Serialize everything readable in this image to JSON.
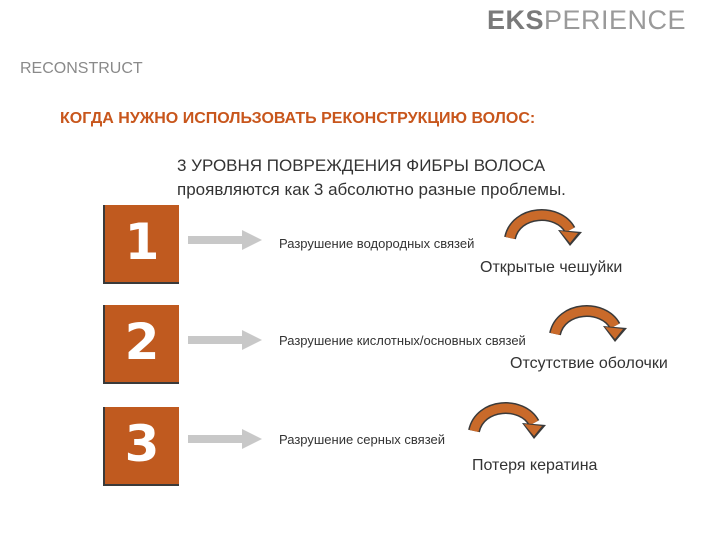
{
  "brand": {
    "logo_bold": "EKS",
    "logo_light": "PERIENCE"
  },
  "header": {
    "section_label": "RECONSTRUCT"
  },
  "title": "КОГДА НУЖНО ИСПОЛЬЗОВАТЬ РЕКОНСТРУКЦИЮ ВОЛОС:",
  "subtitle": {
    "line1": "3 УРОВНЯ ПОВРЕЖДЕНИЯ ФИБРЫ ВОЛОСА",
    "line2": "проявляются как 3 абсолютно разные проблемы."
  },
  "levels": [
    {
      "number": "1",
      "cause": "Разрушение водородных связей",
      "result": "Открытые чешуйки"
    },
    {
      "number": "2",
      "cause": "Разрушение кислотных/основных связей",
      "result": "Отсутствие оболочки"
    },
    {
      "number": "3",
      "cause": "Разрушение серных связей",
      "result": "Потеря кератина"
    }
  ],
  "colors": {
    "accent": "#c05a1f",
    "arrow": "#c8c8c8",
    "title": "#c8561c",
    "curve_arrow": "#c96a2a"
  }
}
